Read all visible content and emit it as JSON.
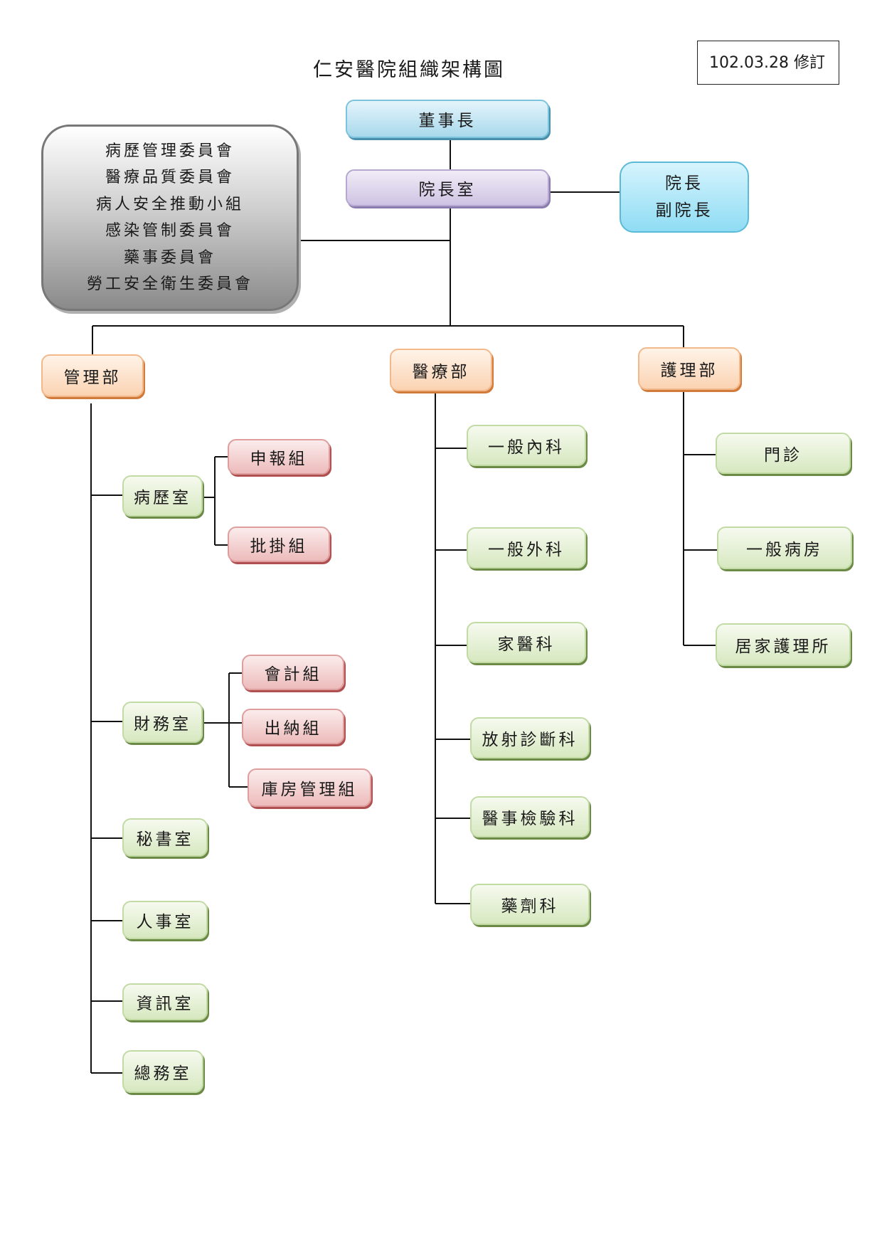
{
  "title": "仁安醫院組織架構圖",
  "revision": "102.03.28 修訂",
  "nodes": {
    "chairman": "董事長",
    "president_office": "院長室",
    "president": [
      "院長",
      "副院長"
    ],
    "committees": [
      "病歷管理委員會",
      "醫療品質委員會",
      "病人安全推動小組",
      "感染管制委員會",
      "藥事委員會",
      "勞工安全衛生委員會"
    ],
    "management": {
      "label": "管理部",
      "records_room": "病歷室",
      "records_units": [
        "申報組",
        "批掛組"
      ],
      "finance_room": "財務室",
      "finance_units": [
        "會計組",
        "出納組",
        "庫房管理組"
      ],
      "secretary": "秘書室",
      "personnel": "人事室",
      "info": "資訊室",
      "general_affairs": "總務室"
    },
    "medical": {
      "label": "醫療部",
      "units": [
        "一般內科",
        "一般外科",
        "家醫科",
        "放射診斷科",
        "醫事檢驗科",
        "藥劑科"
      ]
    },
    "nursing": {
      "label": "護理部",
      "units": [
        "門診",
        "一般病房",
        "居家護理所"
      ]
    }
  }
}
